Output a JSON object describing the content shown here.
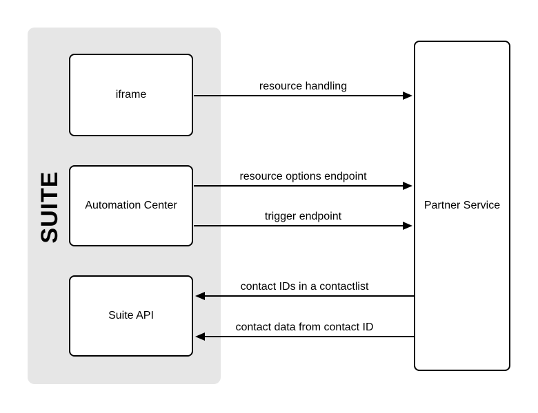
{
  "diagram": {
    "group": {
      "label": "SUITE"
    },
    "nodes": {
      "iframe": {
        "label": "iframe"
      },
      "automation_center": {
        "label": "Automation Center"
      },
      "suite_api": {
        "label": "Suite API"
      },
      "partner_service": {
        "label": "Partner Service"
      }
    },
    "arrows": [
      {
        "label": "resource handling",
        "from": "iframe",
        "to": "Partner Service",
        "direction": "right"
      },
      {
        "label": "resource options endpoint",
        "from": "Automation Center",
        "to": "Partner Service",
        "direction": "right"
      },
      {
        "label": "trigger endpoint",
        "from": "Automation Center",
        "to": "Partner Service",
        "direction": "right"
      },
      {
        "label": "contact IDs in a contactlist",
        "from": "Partner Service",
        "to": "Suite API",
        "direction": "left"
      },
      {
        "label": "contact data from contact ID",
        "from": "Partner Service",
        "to": "Suite API",
        "direction": "left"
      }
    ],
    "colors": {
      "panel_bg": "#e6e6e6",
      "node_fill": "#ffffff",
      "ink": "#000000",
      "canvas_bg": "#ffffff"
    }
  }
}
